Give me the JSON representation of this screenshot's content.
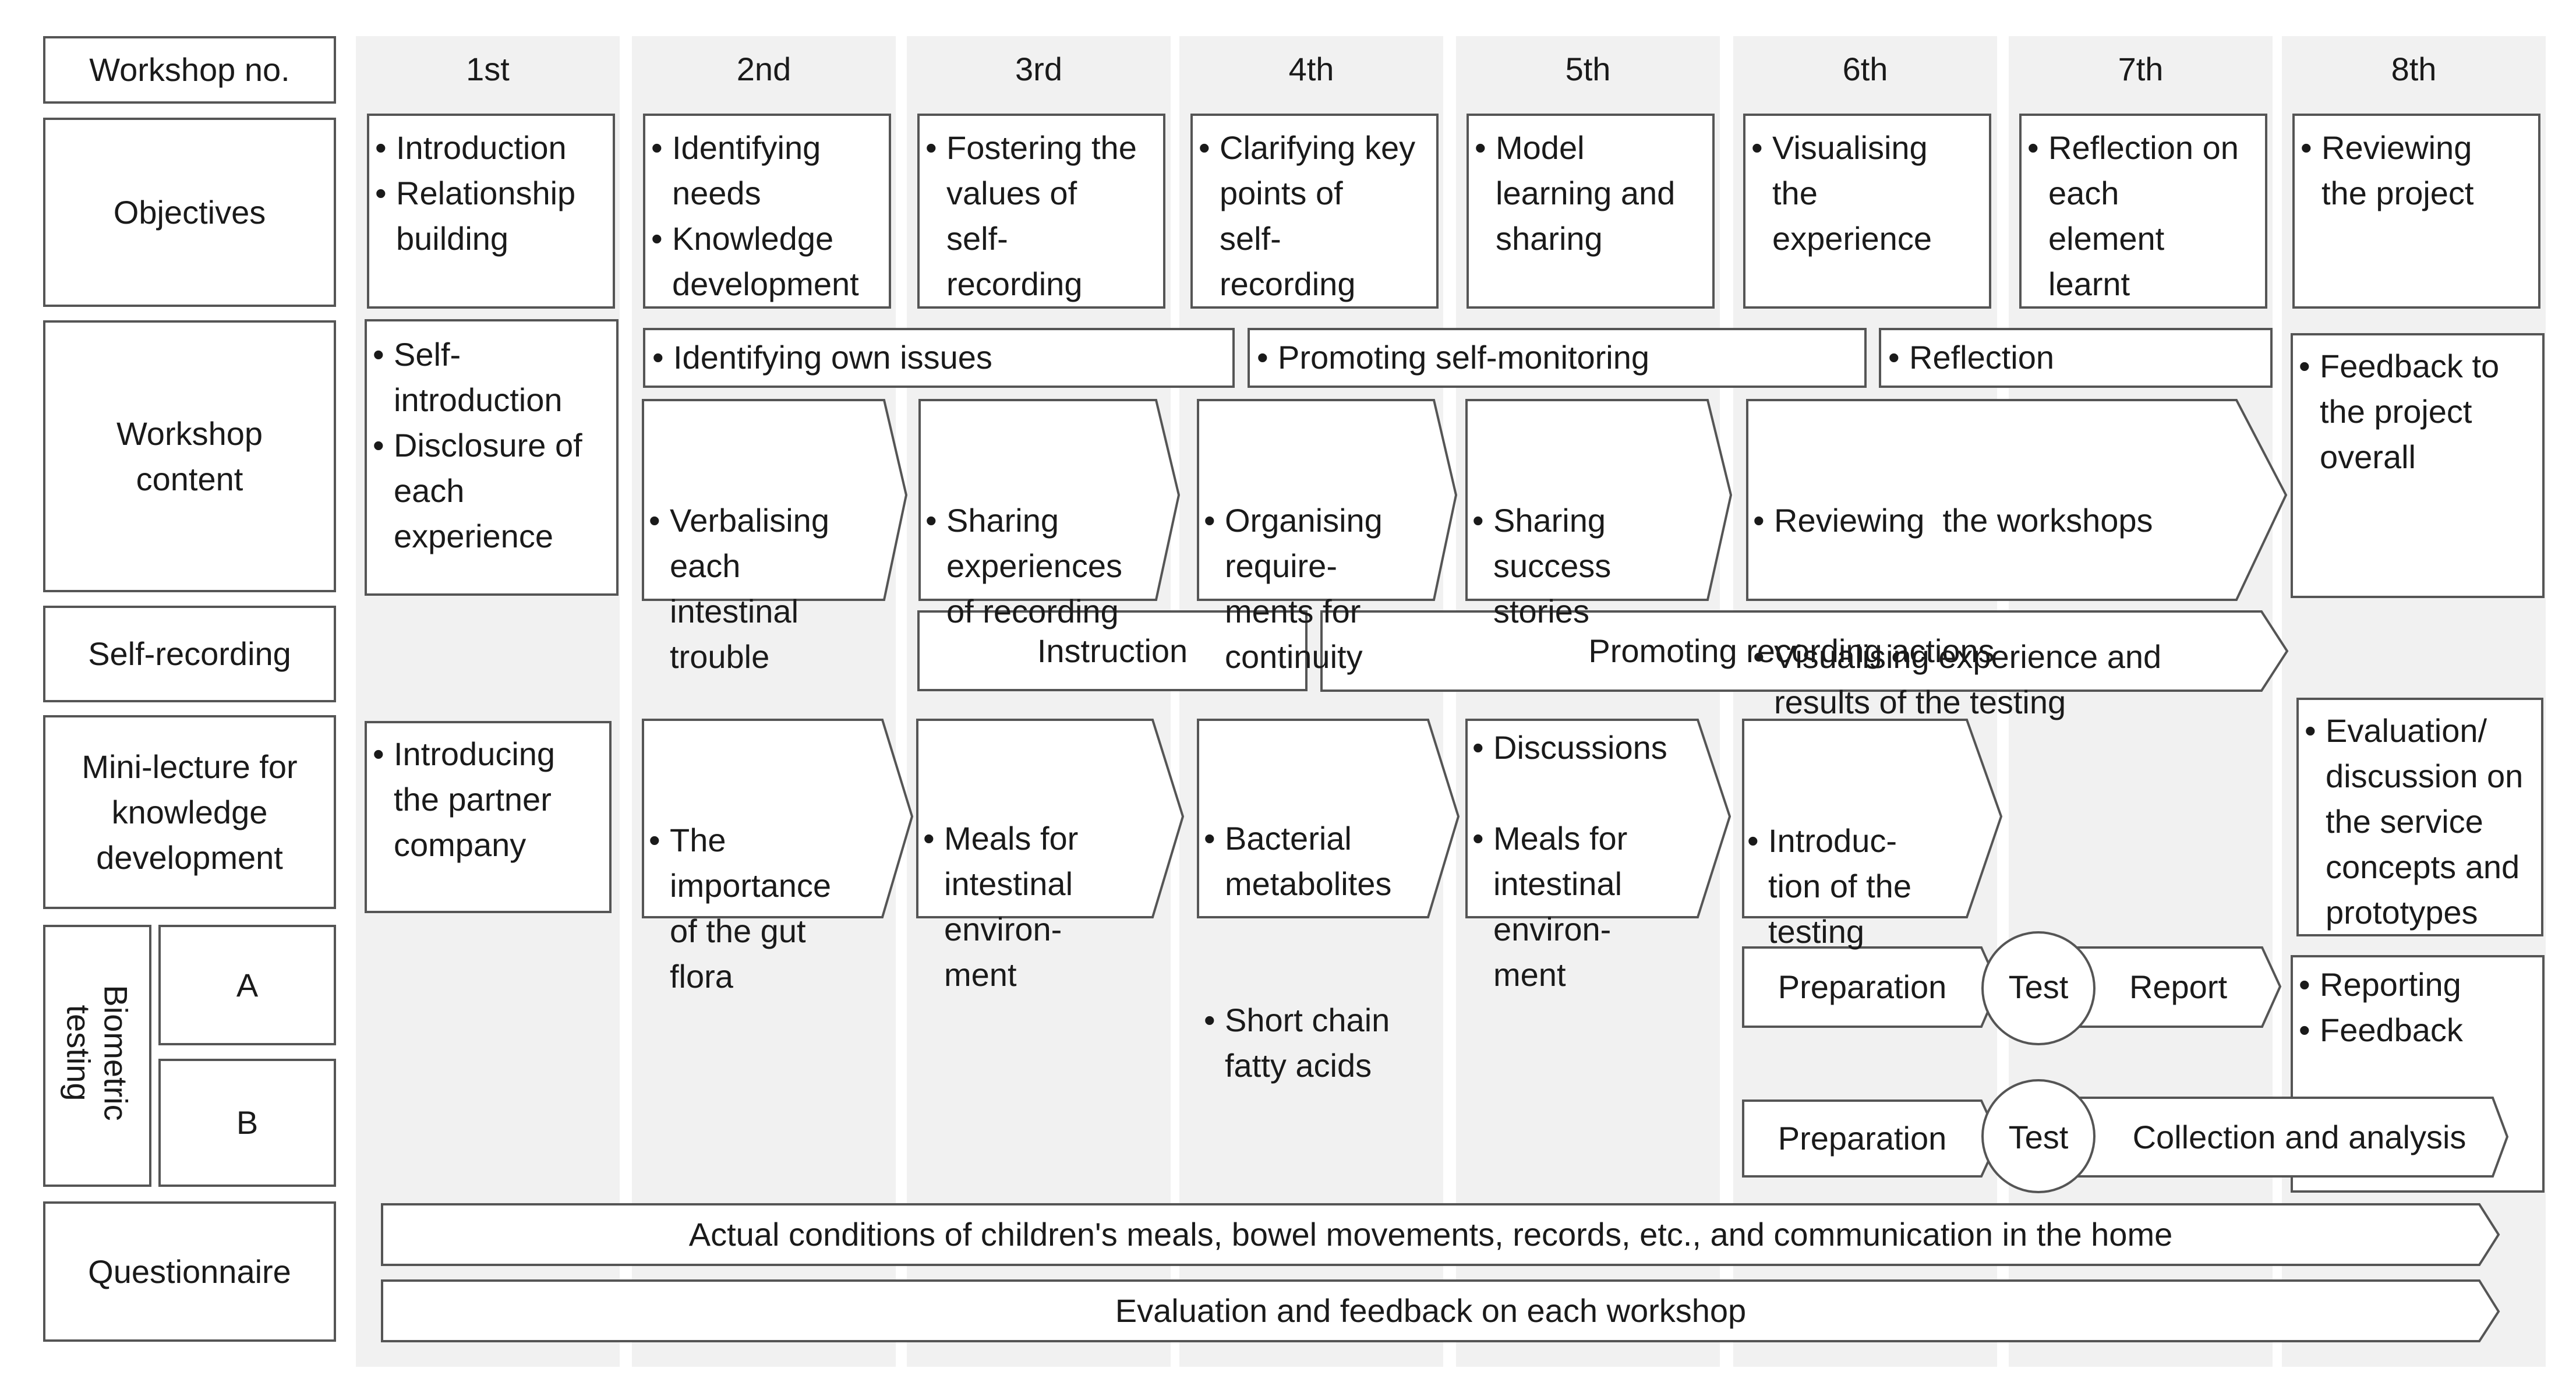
{
  "row_labels": {
    "workshop_no": "Workshop no.",
    "objectives": "Objectives",
    "workshop_content": "Workshop\ncontent",
    "self_recording": "Self-recording",
    "mini_lecture": "Mini-lecture for\nknowledge\ndevelopment",
    "biometric_testing": "Biometric\ntesting",
    "biometric_a": "A",
    "biometric_b": "B",
    "questionnaire": "Questionnaire"
  },
  "workshops": [
    "1st",
    "2nd",
    "3rd",
    "4th",
    "5th",
    "6th",
    "7th",
    "8th"
  ],
  "objectives": [
    [
      "Introduction",
      "Relationship\nbuilding"
    ],
    [
      "Identifying\nneeds",
      "Knowledge\ndevelopment"
    ],
    [
      "Fostering the\nvalues of\nself-\nrecording"
    ],
    [
      "Clarifying key\npoints of\nself-\nrecording"
    ],
    [
      "Model\nlearning and\nsharing"
    ],
    [
      "Visualising\nthe\nexperience"
    ],
    [
      "Reflection on\neach\nelement\nlearnt"
    ],
    [
      "Reviewing\nthe project"
    ]
  ],
  "content": {
    "ws1": [
      "Self-\nintroduction",
      "Disclosure of\neach\nexperience"
    ],
    "phase_identifying": "Identifying own issues",
    "phase_promoting": "Promoting self-monitoring",
    "phase_reflection": "Reflection",
    "ws2": [
      "Verbalising\neach\nintestinal\ntrouble"
    ],
    "ws3": [
      "Sharing\nexperiences\nof recording"
    ],
    "ws4": [
      "Organising\nrequire-\nments for\ncontinuity"
    ],
    "ws5": [
      "Sharing\nsuccess\nstories",
      "Discussions"
    ],
    "ws67": [
      "Reviewing  the workshops",
      "Visualising experience and\nresults of the testing"
    ],
    "ws8": [
      "Feedback to\nthe project\noverall"
    ]
  },
  "self_recording": {
    "instruction": "Instruction",
    "promoting": "Promoting recording actions"
  },
  "mini_lecture": [
    [
      "Introducing\nthe partner\ncompany"
    ],
    [
      "The\nimportance\nof the gut\nflora"
    ],
    [
      "Meals for\nintestinal\nenviron-\nment"
    ],
    [
      "Bacterial\nmetabolites",
      "Short chain\nfatty acids"
    ],
    [
      "Meals for\nintestinal\nenviron-\nment"
    ],
    [
      "Introduc-\ntion of the\ntesting"
    ],
    [
      "Evaluation/\ndiscussion on\nthe service\nconcepts and\nprototypes"
    ]
  ],
  "biometric": {
    "a_preparation": "Preparation",
    "a_test": "Test",
    "a_report": "Report",
    "a_followup": [
      "Reporting",
      "Feedback"
    ],
    "b_preparation": "Preparation",
    "b_test": "Test",
    "b_collection": "Collection and analysis"
  },
  "questionnaire": {
    "q1": "Actual conditions of children's meals, bowel movements, records, etc., and communication in the home",
    "q2": "Evaluation and feedback on each workshop"
  },
  "colors": {
    "column_fill": "#f1f1f1",
    "border": "#555555",
    "text": "#1a1a1a"
  }
}
